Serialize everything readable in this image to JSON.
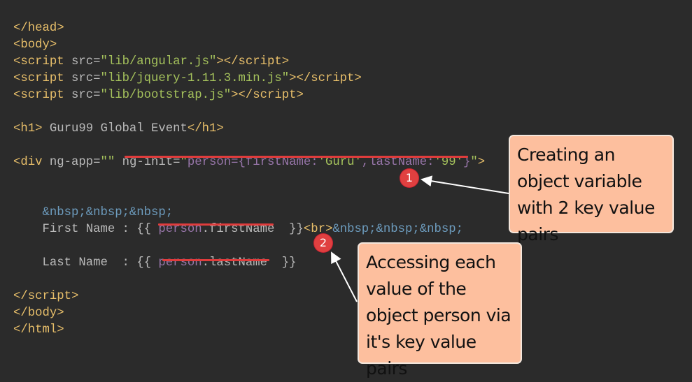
{
  "code_lines": [
    [],
    [
      [
        "tag",
        "</head>"
      ]
    ],
    [
      [
        "tag",
        "<body>"
      ]
    ],
    [
      [
        "tag",
        "<script "
      ],
      [
        "attr",
        "src="
      ],
      [
        "str",
        "\"lib/angular.js\""
      ],
      [
        "tag",
        "></script>"
      ]
    ],
    [
      [
        "tag",
        "<script "
      ],
      [
        "attr",
        "src="
      ],
      [
        "str",
        "\"lib/jquery-1.11.3.min.js\""
      ],
      [
        "tag",
        "></script>"
      ]
    ],
    [
      [
        "tag",
        "<script "
      ],
      [
        "attr",
        "src="
      ],
      [
        "str",
        "\"lib/bootstrap.js\""
      ],
      [
        "tag",
        "></script>"
      ]
    ],
    [],
    [
      [
        "tag",
        "<h1>"
      ],
      [
        "txt",
        " Guru99 Global Event"
      ],
      [
        "tag",
        "</h1>"
      ]
    ],
    [],
    [
      [
        "tag",
        "<div "
      ],
      [
        "attr",
        "ng-app="
      ],
      [
        "str",
        "\"\" "
      ],
      [
        "attr",
        "ng-init="
      ],
      [
        "str",
        "\""
      ],
      [
        "var",
        "person={firstName:"
      ],
      [
        "str",
        "'Guru'"
      ],
      [
        "var",
        ",lastName:"
      ],
      [
        "str",
        "'99'"
      ],
      [
        "var",
        "}"
      ],
      [
        "str",
        "\""
      ],
      [
        "tag",
        ">"
      ]
    ],
    [],
    [],
    [
      [
        "txt",
        "    "
      ],
      [
        "ent",
        "&nbsp;&nbsp;&nbsp;"
      ]
    ],
    [
      [
        "txt",
        "    First Name : {{ "
      ],
      [
        "var",
        "person"
      ],
      [
        "txt",
        ".firstName  }}"
      ],
      [
        "tag",
        "<br>"
      ],
      [
        "ent",
        "&nbsp;&nbsp;&nbsp;"
      ]
    ],
    [],
    [
      [
        "txt",
        "    Last Name  : {{ "
      ],
      [
        "var",
        "person"
      ],
      [
        "txt",
        ".lastName  }}"
      ]
    ],
    [],
    [
      [
        "tag",
        "</script>"
      ]
    ],
    [
      [
        "tag",
        "</body>"
      ]
    ],
    [
      [
        "tag",
        "</html>"
      ]
    ]
  ],
  "annotations": {
    "badge1": "1",
    "badge2": "2",
    "callout1": "Creating an object variable with 2 key value pairs",
    "callout2": "Accessing each value of the object person via it's key value pairs"
  },
  "colors": {
    "background": "#2b2b2b",
    "underline": "#e03c3c",
    "callout": "#fdbf9e",
    "badge": "#e04040"
  }
}
